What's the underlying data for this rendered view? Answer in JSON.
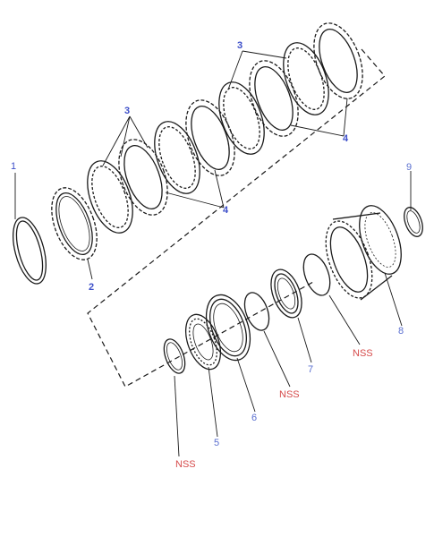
{
  "callouts": {
    "c1": "1",
    "c2": "2",
    "c3a": "3",
    "c3b": "3",
    "c4a": "4",
    "c4b": "4",
    "c5": "5",
    "c6": "6",
    "c7": "7",
    "c8": "8",
    "c9": "9",
    "nss_a": "NSS",
    "nss_b": "NSS",
    "nss_c": "NSS"
  },
  "colors": {
    "callout_blue": "#3d4fc9",
    "callout_light_blue": "#5a6fd0",
    "nss_red": "#d64b4b",
    "line": "#1a1a1a"
  }
}
